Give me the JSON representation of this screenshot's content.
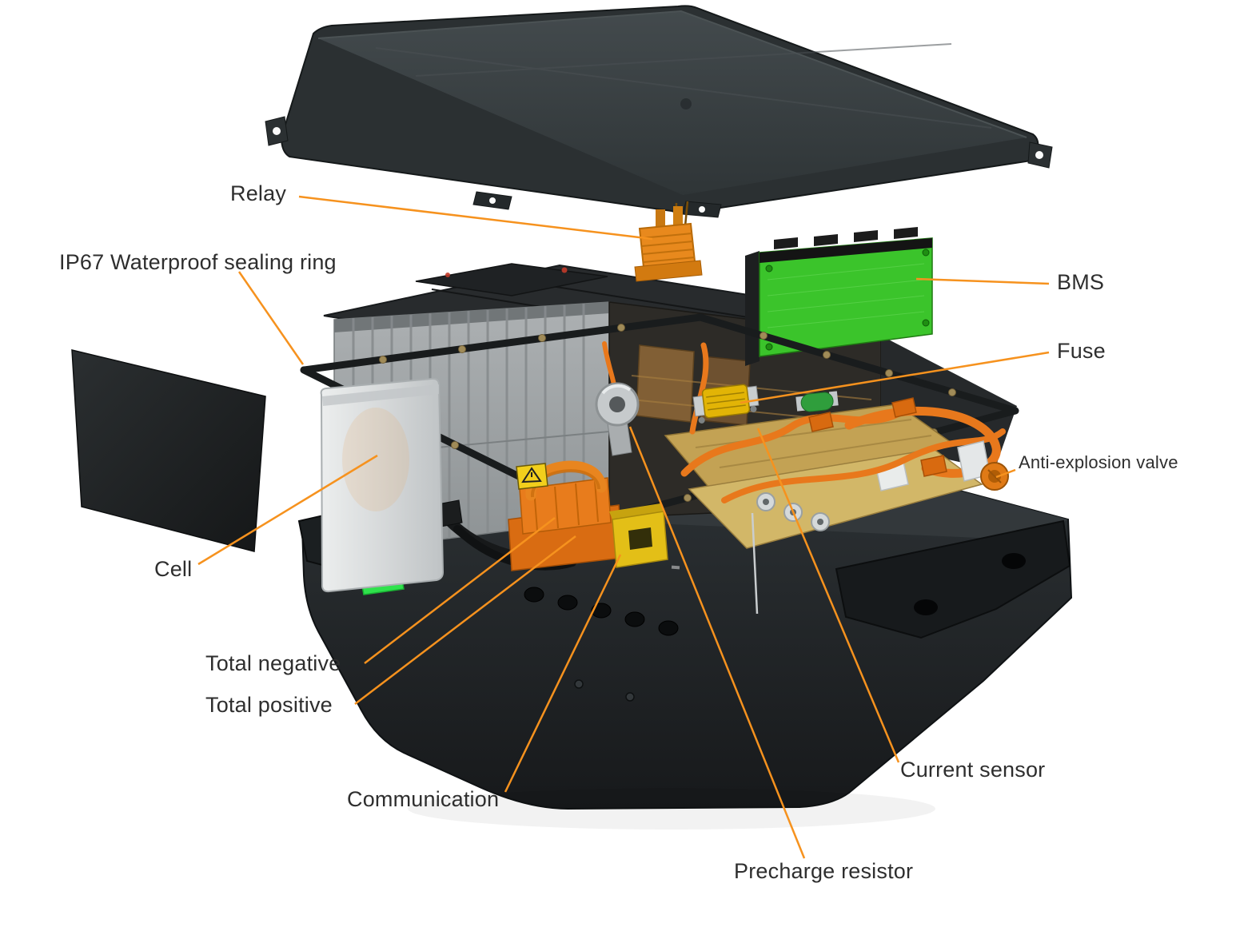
{
  "diagram": {
    "labels": {
      "relay": "Relay",
      "sealing_ring": "IP67 Waterproof sealing ring",
      "bms": "BMS",
      "fuse": "Fuse",
      "anti_explosion_valve": "Anti-explosion valve",
      "cell": "Cell",
      "total_negative": "Total negative",
      "total_positive": "Total positive",
      "communication": "Communication",
      "current_sensor": "Current sensor",
      "precharge_resistor": "Precharge resistor"
    },
    "colors": {
      "background": "#ffffff",
      "leader_line": "#f6921e",
      "label_text": "#2e2e2e",
      "top_cover": "#33393b",
      "lower_tray": "#23272a",
      "bms_board": "#3bc42b",
      "relay_body": "#e8891d",
      "harness": "#e8781c",
      "fuse_body": "#e2b406",
      "cell_body": "#d9dcdd"
    }
  }
}
